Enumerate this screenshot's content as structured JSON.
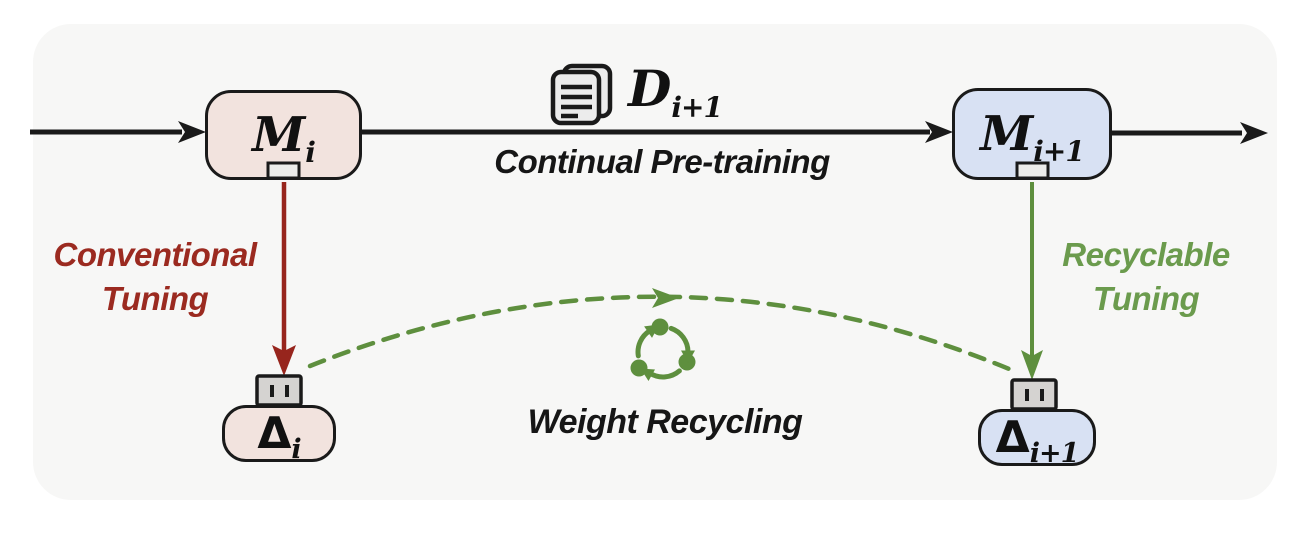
{
  "figure": {
    "nodes": {
      "model_i": {
        "base": "M",
        "sub": "i"
      },
      "model_next": {
        "base": "M",
        "sub": "i+1"
      },
      "dataset": {
        "base": "D",
        "sub": "i+1"
      },
      "delta_i": {
        "base": "Δ",
        "sub": "i"
      },
      "delta_next": {
        "base": "Δ",
        "sub": "i+1"
      }
    },
    "labels": {
      "continual_pretraining": "Continual Pre-training",
      "conventional_tuning": [
        "Conventional",
        "Tuning"
      ],
      "recyclable_tuning": [
        "Recyclable",
        "Tuning"
      ],
      "weight_recycling": "Weight Recycling"
    },
    "icons": {
      "dataset_icon": "documents-icon",
      "recycle_icon": "recycle-icon"
    },
    "colors": {
      "red": "#97251d",
      "red_text": "#9b2a20",
      "green": "#5e8f3e",
      "green_text": "#6b9b4d",
      "black": "#1a1a1a",
      "pink_fill": "#f2e3de",
      "blue_fill": "#d8e1f3",
      "plug_fill": "#d5d3d1",
      "socket_fill": "#ececea",
      "panel_bg": "#f7f7f6"
    }
  }
}
